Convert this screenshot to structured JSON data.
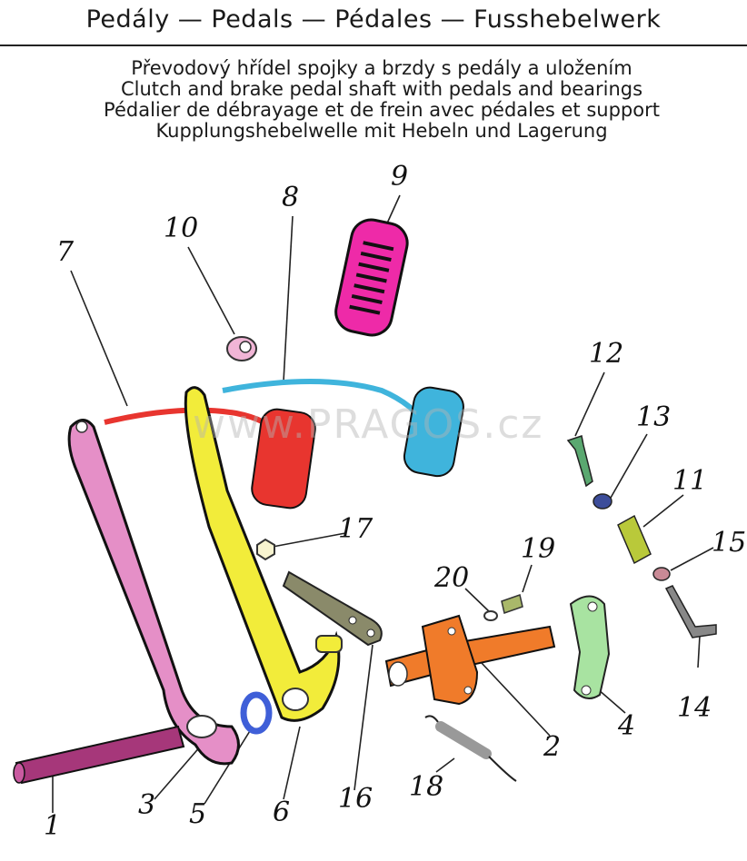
{
  "header": {
    "title": "Pedály — Pedals — Pédales — Fusshebelwerk"
  },
  "subtitles": [
    "Převodový hřídel spojky a brzdy s pedály a uložením",
    "Clutch and brake pedal shaft with pedals and bearings",
    "Pédalier de débrayage et de frein avec pédales et support",
    "Kupplungshebelwelle mit Hebeln und Lagerung"
  ],
  "watermark": "www.PRAGOS.cz",
  "callouts": [
    "1",
    "2",
    "3",
    "4",
    "5",
    "6",
    "7",
    "8",
    "9",
    "10",
    "11",
    "12",
    "13",
    "14",
    "15",
    "16",
    "17",
    "18",
    "19",
    "20"
  ],
  "colors": {
    "pink_pedal": "#e58fc7",
    "yellow_pedal": "#f2ec3a",
    "red_pad": "#e8352f",
    "blue_pad": "#3fb4dc",
    "magenta_pad": "#ee2aa8",
    "orange_bracket": "#f07b2a",
    "green_lever": "#a8e3a1",
    "shaft_purple": "#a6377a"
  }
}
